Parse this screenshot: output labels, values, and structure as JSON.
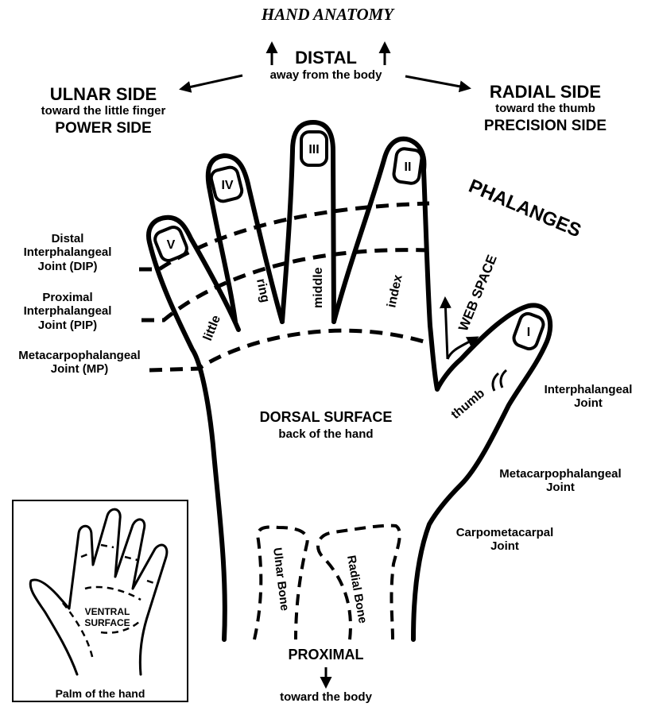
{
  "title": "HAND ANATOMY",
  "distal": {
    "heading": "DISTAL",
    "sub": "away from the body"
  },
  "ulnar": {
    "heading": "ULNAR SIDE",
    "sub": "toward the little finger",
    "alt": "POWER SIDE"
  },
  "radial": {
    "heading": "RADIAL SIDE",
    "sub": "toward the thumb",
    "alt": "PRECISION SIDE"
  },
  "phalanges": "PHALANGES",
  "web_space": "WEB SPACE",
  "joints_left": {
    "dip": [
      "Distal",
      "Interphalangeal",
      "Joint (DIP)"
    ],
    "pip": [
      "Proximal",
      "Interphalangeal",
      "Joint (PIP)"
    ],
    "mp": [
      "Metacarpophalangeal",
      "Joint (MP)"
    ]
  },
  "joints_right": {
    "ip": [
      "Interphalangeal",
      "Joint"
    ],
    "mcp": [
      "Metacarpophalangeal",
      "Joint"
    ],
    "cmc": [
      "Carpometacarpal",
      "Joint"
    ]
  },
  "fingers": {
    "little": "little",
    "ring": "ring",
    "middle": "middle",
    "index": "index",
    "thumb": "thumb"
  },
  "numerals": {
    "i": "I",
    "ii": "II",
    "iii": "III",
    "iv": "IV",
    "v": "V"
  },
  "dorsal": {
    "heading": "DORSAL SURFACE",
    "sub": "back of the hand"
  },
  "bones": {
    "ulnar": "Ulnar Bone",
    "radial": "Radial Bone"
  },
  "proximal": {
    "heading": "PROXIMAL",
    "sub": "toward the body"
  },
  "inset": {
    "surface_line1": "VENTRAL",
    "surface_line2": "SURFACE",
    "caption": "Palm of the hand"
  }
}
